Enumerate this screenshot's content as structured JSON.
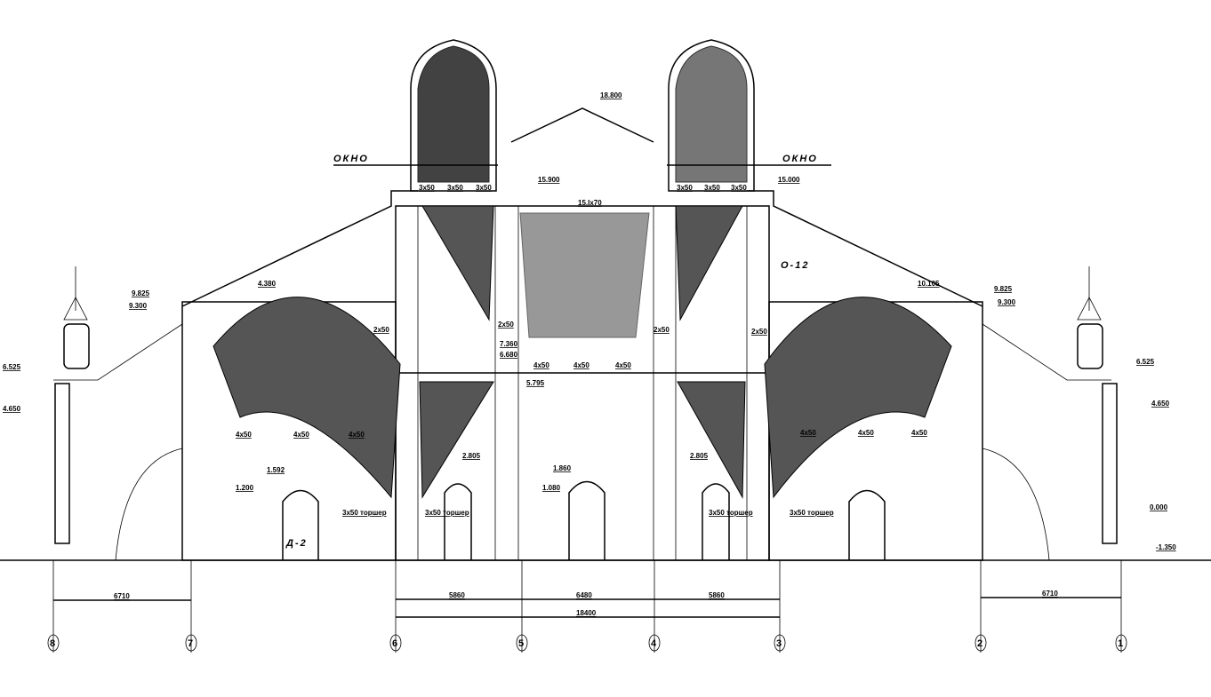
{
  "title": "Architectural section drawing",
  "window_labels": [
    "ОКНО",
    "ОКНО"
  ],
  "elevations": {
    "ridge": "18.800",
    "left_tower_base": "15.900",
    "right_tower_base": "15.000",
    "central_vault": "15.Ix70",
    "left_eave_top": "9.825",
    "left_eave": "9.300",
    "right_eave_top": "9.825",
    "right_eave": "9.300",
    "left_minaret": "6.525",
    "right_minaret": "6.525",
    "left_col": "4.650",
    "right_col": "4.650",
    "left_dome": "4.380",
    "right_dome": "10.105",
    "mid_left": "7.360",
    "mid_left2": "6.680",
    "center_beam": "5.795",
    "center_win": "1.860",
    "center_door": "1.080",
    "left_door": "1.200",
    "left_door_top": "1.592",
    "right_ground": "0.000",
    "below_ground": "-1.350",
    "left_pier": "2.805",
    "right_pier": "2.805"
  },
  "fixtures": {
    "f1": "3x50",
    "f2": "3x50",
    "f3": "3x50",
    "f4": "3x50",
    "f5": "3x50",
    "f6": "3x50",
    "c1": "4x50",
    "c2": "4x50",
    "c3": "4x50",
    "l1": "4x50",
    "l2": "4x50",
    "l3": "4x50",
    "r1": "4x50",
    "r2": "4x50",
    "r3": "4x50",
    "w1": "2x50",
    "w2": "2x50",
    "w3": "2x50",
    "w4": "2x50",
    "t1": "3x50 торшер",
    "t2": "3x50 торшер",
    "t3": "3x50 торшер",
    "t4": "3x50 торшер"
  },
  "marks": {
    "door": "Д-2",
    "window": "О-12"
  },
  "dimensions": {
    "left": "6710",
    "right": "6710",
    "c1": "5860",
    "c2": "6480",
    "c3": "5860",
    "total": "18400"
  },
  "axes": [
    "8",
    "7",
    "6",
    "5",
    "4",
    "3",
    "2",
    "1"
  ]
}
